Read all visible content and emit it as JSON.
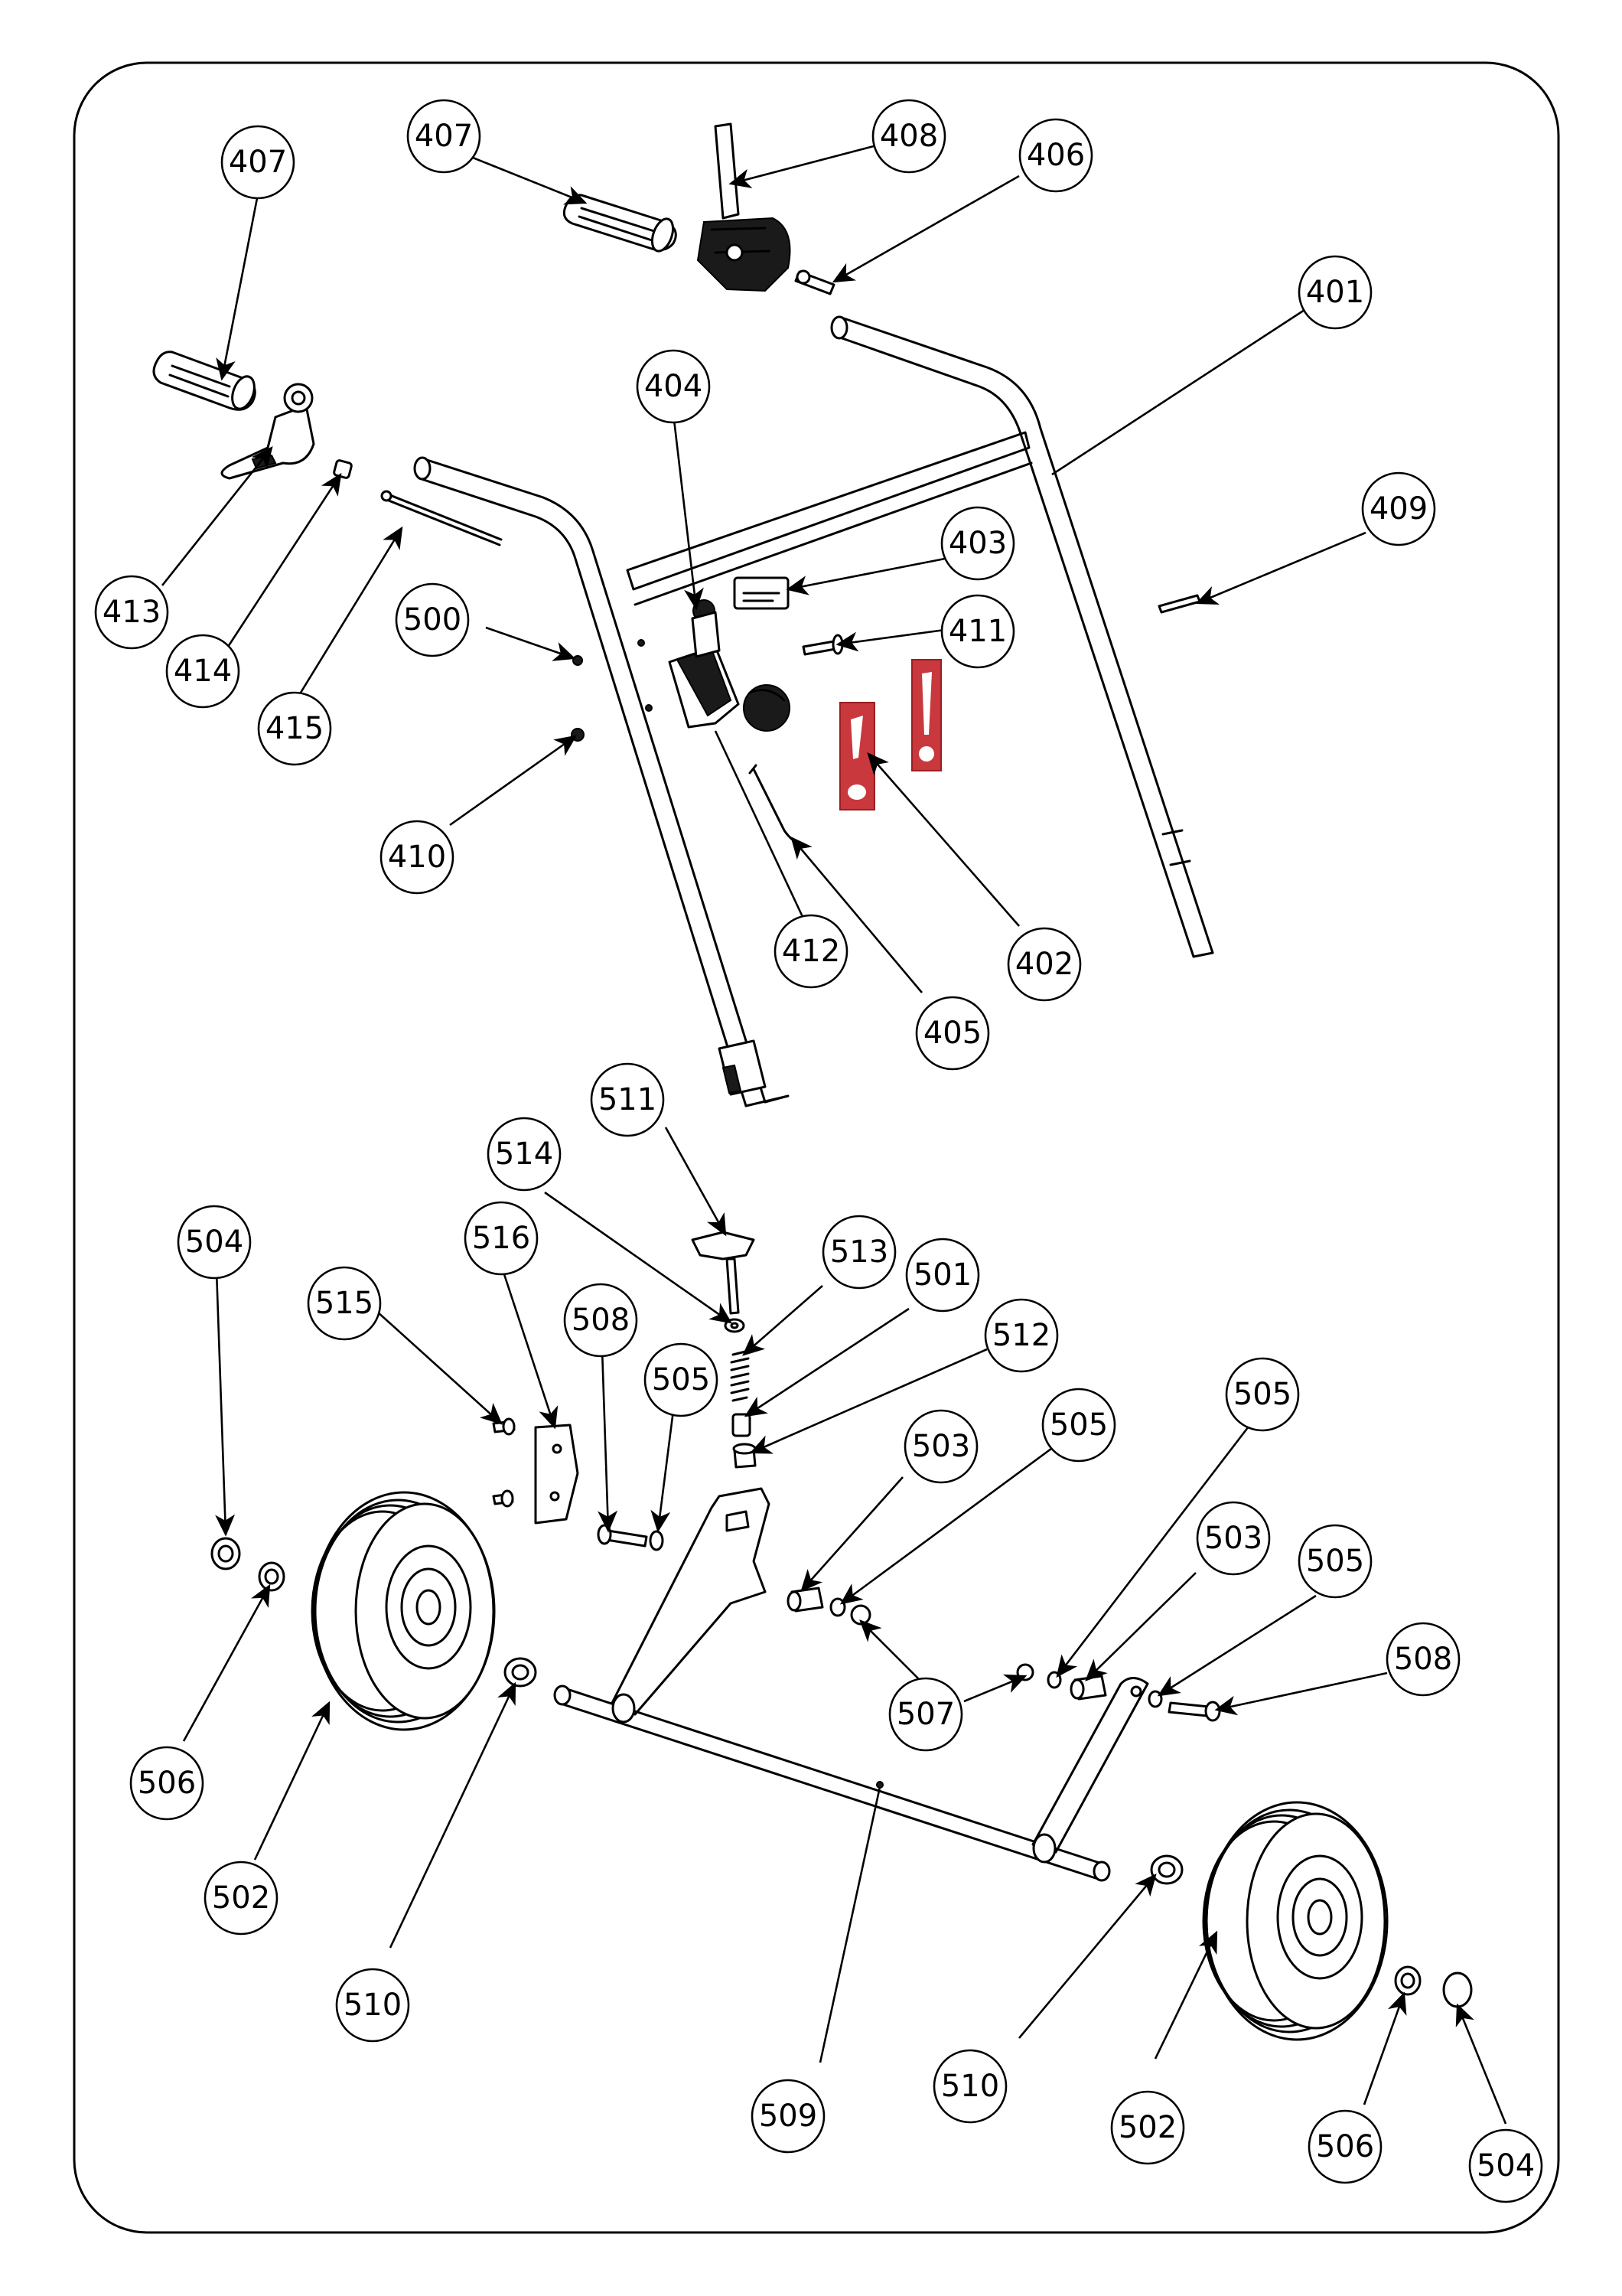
{
  "diagram": {
    "colors": {
      "line": "#000000",
      "background": "#ffffff",
      "decal_red": "#c8383c"
    },
    "callouts": [
      {
        "id": "c407a",
        "label": "407"
      },
      {
        "id": "c407b",
        "label": "407"
      },
      {
        "id": "c408",
        "label": "408"
      },
      {
        "id": "c406",
        "label": "406"
      },
      {
        "id": "c401",
        "label": "401"
      },
      {
        "id": "c404",
        "label": "404"
      },
      {
        "id": "c403",
        "label": "403"
      },
      {
        "id": "c409",
        "label": "409"
      },
      {
        "id": "c413",
        "label": "413"
      },
      {
        "id": "c414",
        "label": "414"
      },
      {
        "id": "c415",
        "label": "415"
      },
      {
        "id": "c500",
        "label": "500"
      },
      {
        "id": "c411",
        "label": "411"
      },
      {
        "id": "c410",
        "label": "410"
      },
      {
        "id": "c412",
        "label": "412"
      },
      {
        "id": "c402",
        "label": "402"
      },
      {
        "id": "c405",
        "label": "405"
      },
      {
        "id": "c511",
        "label": "511"
      },
      {
        "id": "c514",
        "label": "514"
      },
      {
        "id": "c513",
        "label": "513"
      },
      {
        "id": "c501",
        "label": "501"
      },
      {
        "id": "c512",
        "label": "512"
      },
      {
        "id": "c504a",
        "label": "504"
      },
      {
        "id": "c516",
        "label": "516"
      },
      {
        "id": "c515",
        "label": "515"
      },
      {
        "id": "c508a",
        "label": "508"
      },
      {
        "id": "c505a",
        "label": "505"
      },
      {
        "id": "c503a",
        "label": "503"
      },
      {
        "id": "c505b",
        "label": "505"
      },
      {
        "id": "c505c",
        "label": "505"
      },
      {
        "id": "c503b",
        "label": "503"
      },
      {
        "id": "c505d",
        "label": "505"
      },
      {
        "id": "c508b",
        "label": "508"
      },
      {
        "id": "c507",
        "label": "507"
      },
      {
        "id": "c506a",
        "label": "506"
      },
      {
        "id": "c502a",
        "label": "502"
      },
      {
        "id": "c510a",
        "label": "510"
      },
      {
        "id": "c509",
        "label": "509"
      },
      {
        "id": "c510b",
        "label": "510"
      },
      {
        "id": "c502b",
        "label": "502"
      },
      {
        "id": "c506b",
        "label": "506"
      },
      {
        "id": "c504b",
        "label": "504"
      }
    ]
  }
}
